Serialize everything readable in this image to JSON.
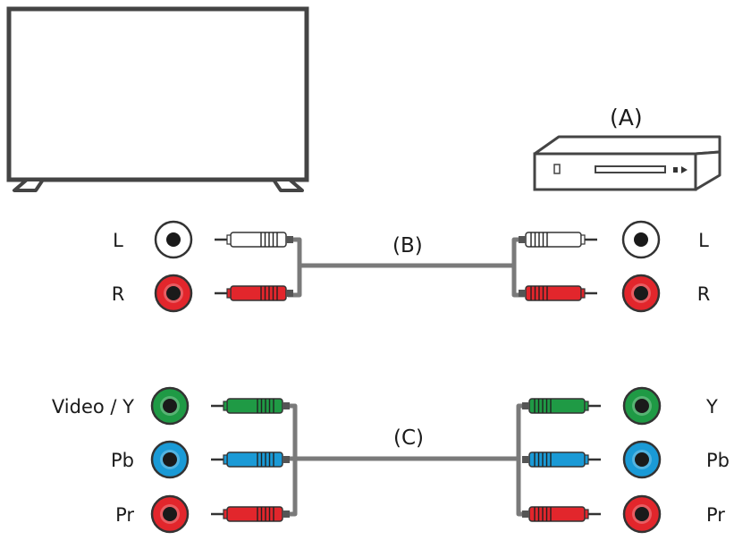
{
  "labels": {
    "device": "(A)",
    "audio_cable": "(B)",
    "component_cable": "(C)"
  },
  "audio": {
    "left_ports": [
      "L",
      "R"
    ],
    "right_ports": [
      "L",
      "R"
    ]
  },
  "component": {
    "left_ports": [
      "Video / Y",
      "Pb",
      "Pr"
    ],
    "right_ports": [
      "Y",
      "Pb",
      "Pr"
    ]
  },
  "colors": {
    "white_jack": "#ffffff",
    "red_jack": "#e2262c",
    "green_jack": "#1f9a45",
    "blue_jack": "#1a9ad6",
    "cable": "#7a7a7a",
    "outline": "#333333"
  }
}
